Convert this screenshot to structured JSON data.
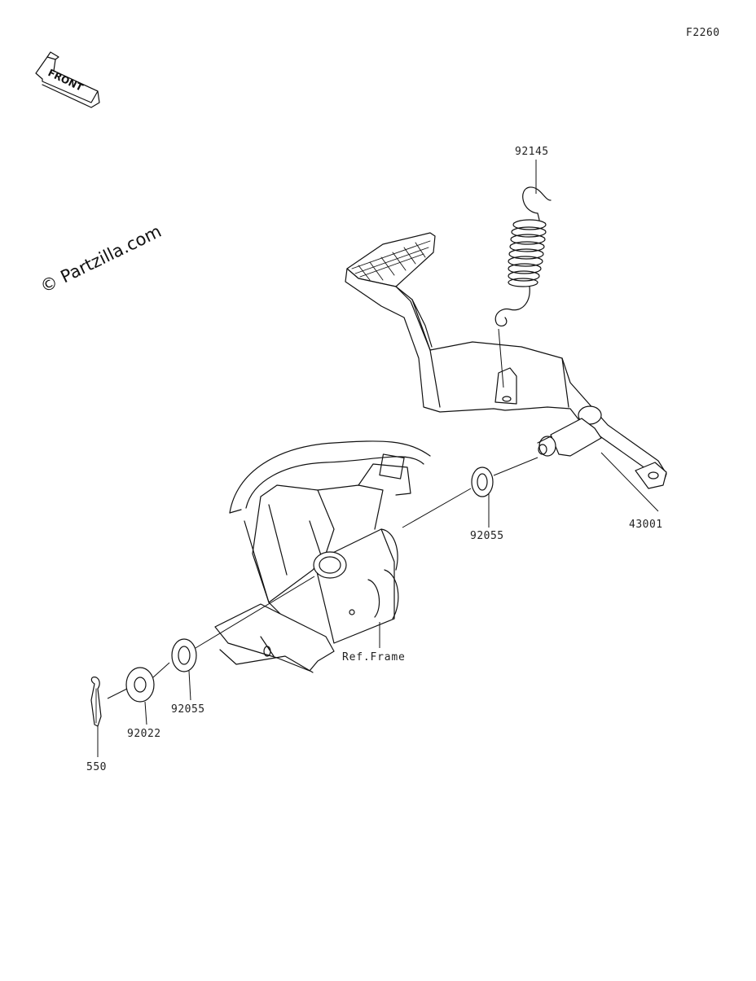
{
  "figure_code": "F2260",
  "front_arrow_label": "FRONT",
  "watermark": "© Partzilla.com",
  "reference_label": "Ref.Frame",
  "parts": [
    {
      "number": "92145"
    },
    {
      "number": "43001"
    },
    {
      "number": "92055"
    },
    {
      "number": "92055"
    },
    {
      "number": "92022"
    },
    {
      "number": "550"
    }
  ]
}
